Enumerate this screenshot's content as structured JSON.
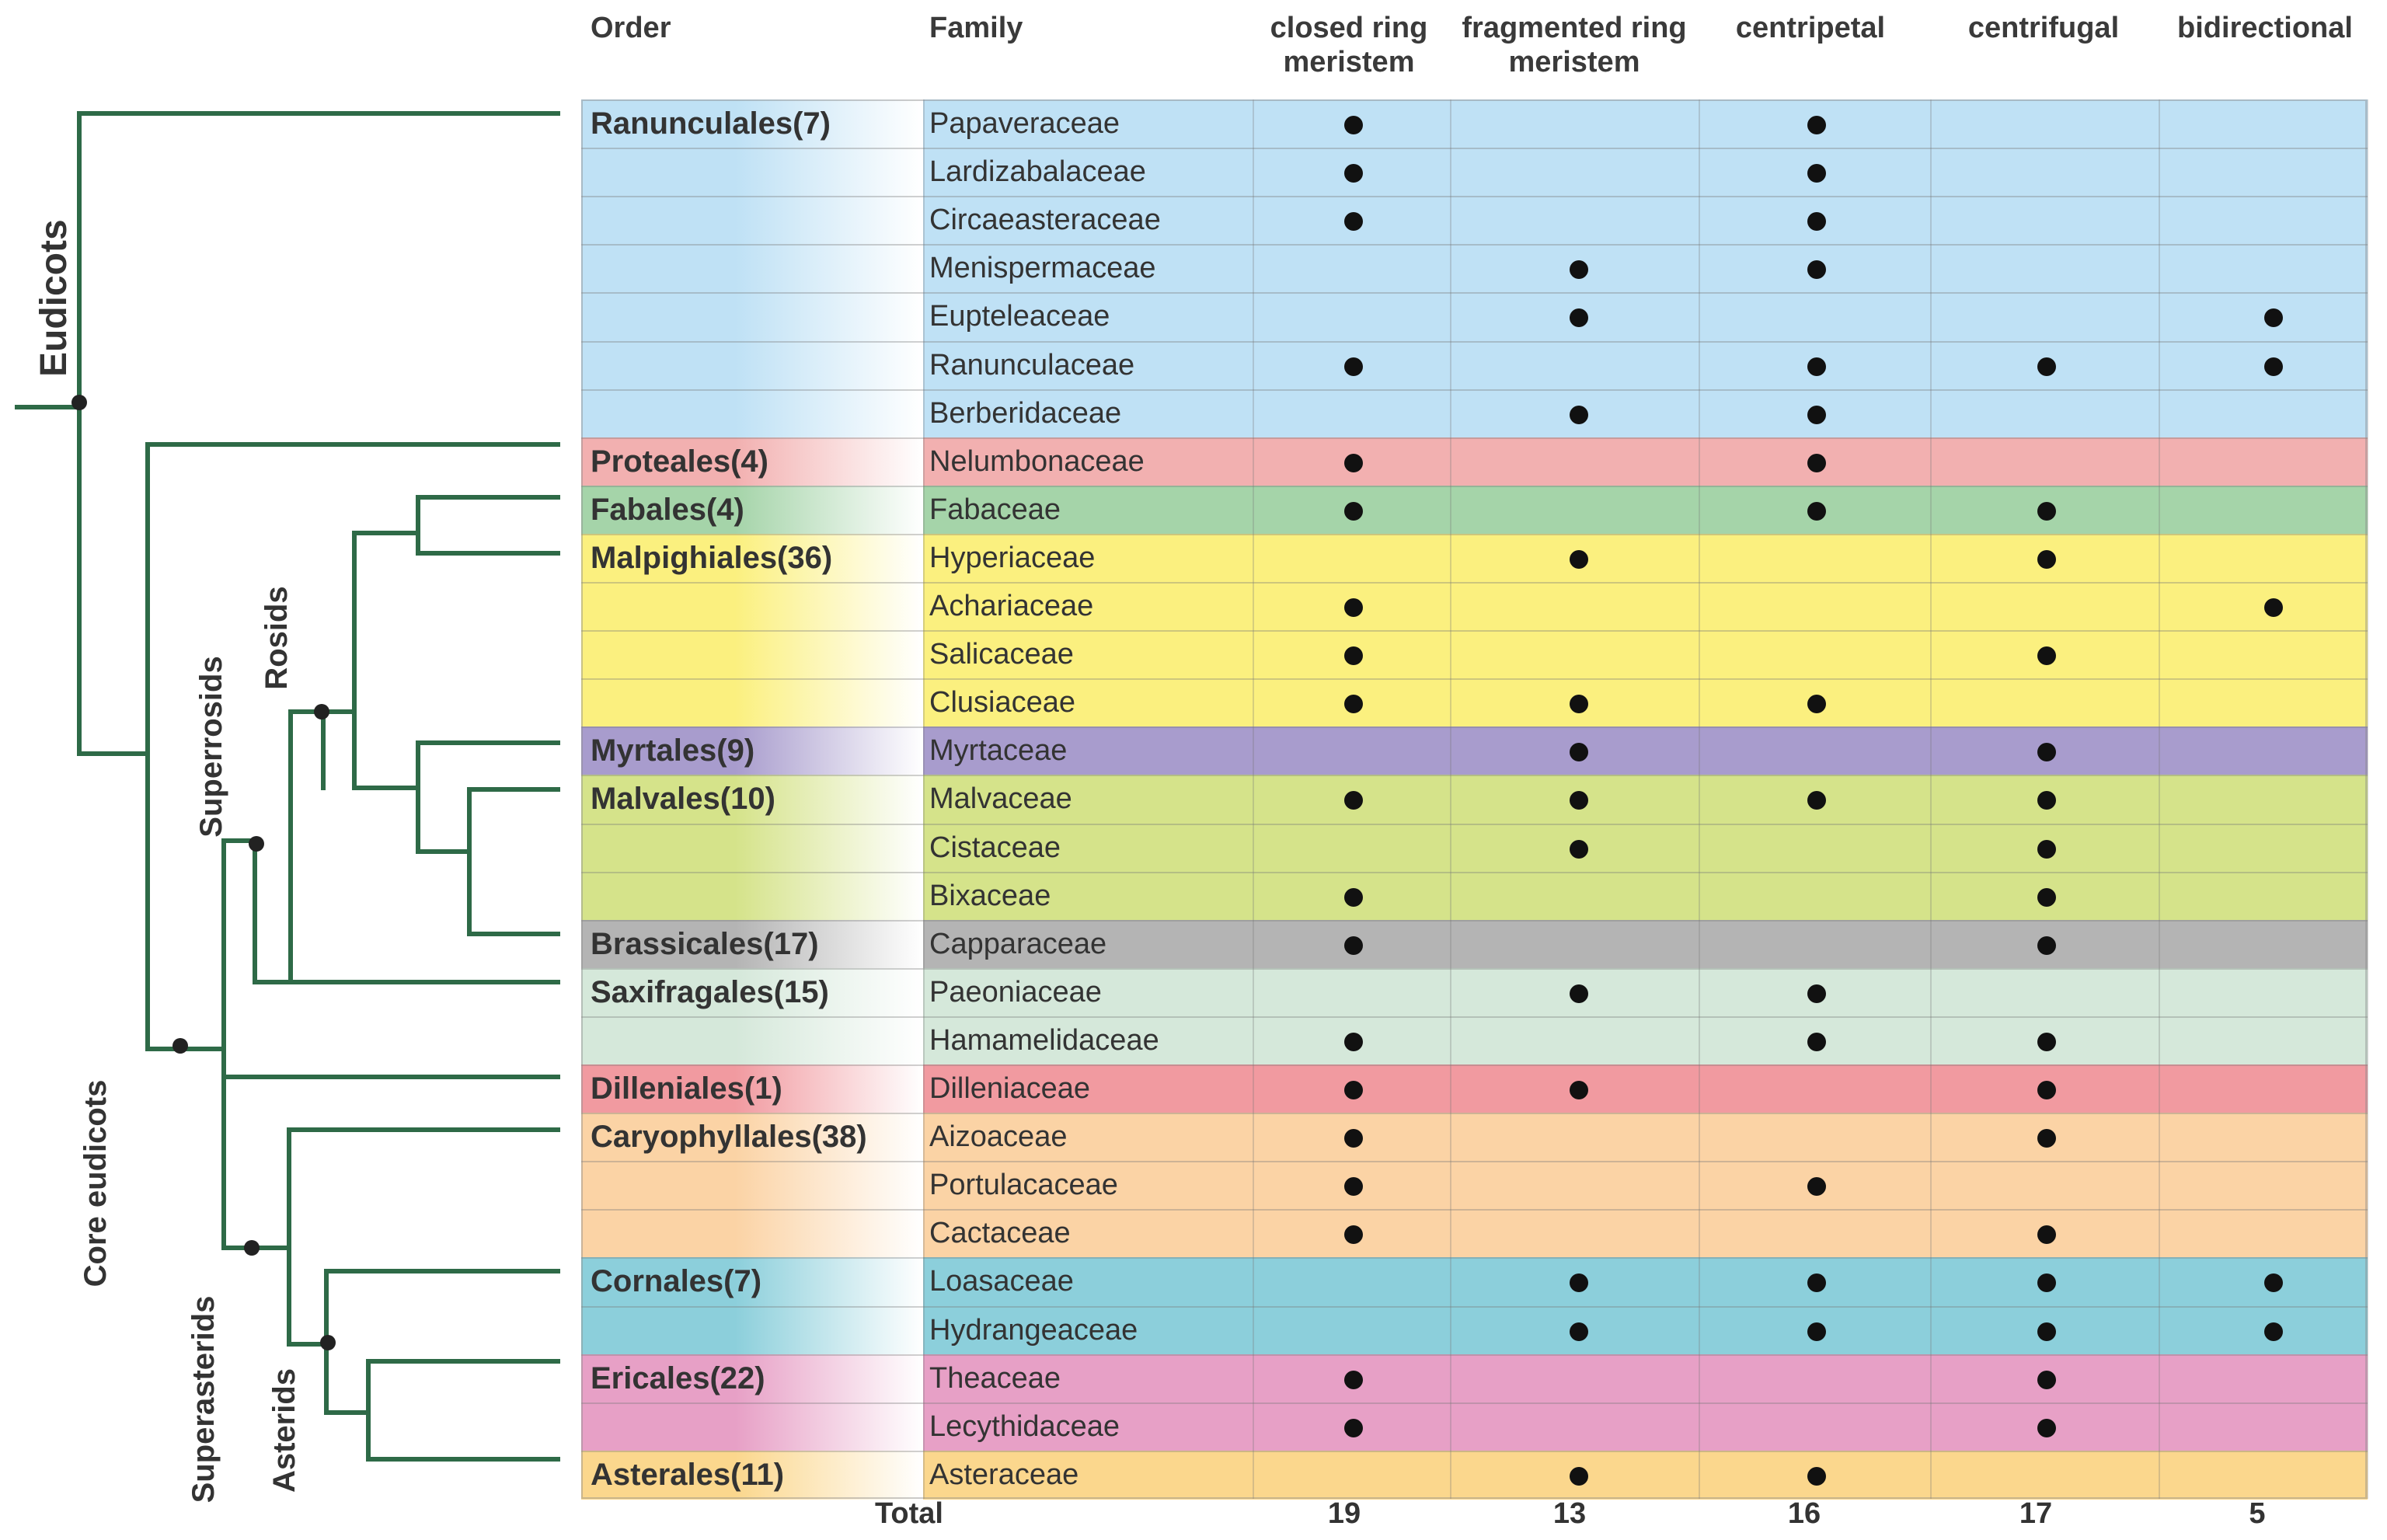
{
  "headers": {
    "order": "Order",
    "family": "Family",
    "columns": [
      {
        "line1": "closed ring",
        "line2": "meristem"
      },
      {
        "line1": "fragmented ring",
        "line2": "meristem"
      },
      {
        "line1": "centripetal",
        "line2": ""
      },
      {
        "line1": "centrifugal",
        "line2": ""
      },
      {
        "line1": "bidirectional",
        "line2": ""
      }
    ]
  },
  "clades": {
    "eudicots": "Eudicots",
    "core_eudicots": "Core eudicots",
    "superrosids": "Superrosids",
    "rosids": "Rosids",
    "superasterids": "Superasterids",
    "asterids": "Asterids"
  },
  "orders": [
    {
      "name": "Ranunculales(7)",
      "color": "#bfe1f5",
      "families": [
        {
          "name": "Papaveraceae",
          "marks": [
            1,
            0,
            1,
            0,
            0
          ]
        },
        {
          "name": "Lardizabalaceae",
          "marks": [
            1,
            0,
            1,
            0,
            0
          ]
        },
        {
          "name": "Circaeasteraceae",
          "marks": [
            1,
            0,
            1,
            0,
            0
          ]
        },
        {
          "name": "Menispermaceae",
          "marks": [
            0,
            1,
            1,
            0,
            0
          ]
        },
        {
          "name": "Eupteleaceae",
          "marks": [
            0,
            1,
            0,
            0,
            1
          ]
        },
        {
          "name": "Ranunculaceae",
          "marks": [
            1,
            0,
            1,
            1,
            1
          ]
        },
        {
          "name": "Berberidaceae",
          "marks": [
            0,
            1,
            1,
            0,
            0
          ]
        }
      ]
    },
    {
      "name": "Proteales(4)",
      "color": "#f2b0b0",
      "families": [
        {
          "name": "Nelumbonaceae",
          "marks": [
            1,
            0,
            1,
            0,
            0
          ]
        }
      ]
    },
    {
      "name": "Fabales(4)",
      "color": "#a5d4a9",
      "families": [
        {
          "name": "Fabaceae",
          "marks": [
            1,
            0,
            1,
            1,
            0
          ]
        }
      ]
    },
    {
      "name": "Malpighiales(36)",
      "color": "#fbf07f",
      "families": [
        {
          "name": "Hyperiaceae",
          "marks": [
            0,
            1,
            0,
            1,
            0
          ]
        },
        {
          "name": "Achariaceae",
          "marks": [
            1,
            0,
            0,
            0,
            1
          ]
        },
        {
          "name": "Salicaceae",
          "marks": [
            1,
            0,
            0,
            1,
            0
          ]
        },
        {
          "name": "Clusiaceae",
          "marks": [
            1,
            1,
            1,
            0,
            0
          ]
        }
      ]
    },
    {
      "name": "Myrtales(9)",
      "color": "#a89ccd",
      "families": [
        {
          "name": "Myrtaceae",
          "marks": [
            0,
            1,
            0,
            1,
            0
          ]
        }
      ]
    },
    {
      "name": "Malvales(10)",
      "color": "#d5e38a",
      "families": [
        {
          "name": "Malvaceae",
          "marks": [
            1,
            1,
            1,
            1,
            0
          ]
        },
        {
          "name": "Cistaceae",
          "marks": [
            0,
            1,
            0,
            1,
            0
          ]
        },
        {
          "name": "Bixaceae",
          "marks": [
            1,
            0,
            0,
            1,
            0
          ]
        }
      ]
    },
    {
      "name": "Brassicales(17)",
      "color": "#b4b4b4",
      "families": [
        {
          "name": "Capparaceae",
          "marks": [
            1,
            0,
            0,
            1,
            0
          ]
        }
      ]
    },
    {
      "name": "Saxifragales(15)",
      "color": "#d5e8da",
      "families": [
        {
          "name": "Paeoniaceae",
          "marks": [
            0,
            1,
            1,
            0,
            0
          ]
        },
        {
          "name": "Hamamelidaceae",
          "marks": [
            1,
            0,
            1,
            1,
            0
          ]
        }
      ]
    },
    {
      "name": "Dilleniales(1)",
      "color": "#f19aa0",
      "families": [
        {
          "name": "Dilleniaceae",
          "marks": [
            1,
            1,
            0,
            1,
            0
          ]
        }
      ]
    },
    {
      "name": "Caryophyllales(38)",
      "color": "#fbd3a5",
      "families": [
        {
          "name": "Aizoaceae",
          "marks": [
            1,
            0,
            0,
            1,
            0
          ]
        },
        {
          "name": "Portulacaceae",
          "marks": [
            1,
            0,
            1,
            0,
            0
          ]
        },
        {
          "name": "Cactaceae",
          "marks": [
            1,
            0,
            0,
            1,
            0
          ]
        }
      ]
    },
    {
      "name": "Cornales(7)",
      "color": "#8ccfdb",
      "families": [
        {
          "name": "Loasaceae",
          "marks": [
            0,
            1,
            1,
            1,
            1
          ]
        },
        {
          "name": "Hydrangeaceae",
          "marks": [
            0,
            1,
            1,
            1,
            1
          ]
        }
      ]
    },
    {
      "name": "Ericales(22)",
      "color": "#e7a0c6",
      "families": [
        {
          "name": "Theaceae",
          "marks": [
            1,
            0,
            0,
            1,
            0
          ]
        },
        {
          "name": "Lecythidaceae",
          "marks": [
            1,
            0,
            0,
            1,
            0
          ]
        }
      ]
    },
    {
      "name": "Asterales(11)",
      "color": "#fbd78d",
      "families": [
        {
          "name": "Asteraceae",
          "marks": [
            0,
            1,
            1,
            0,
            0
          ]
        }
      ]
    }
  ],
  "totals": {
    "label": "Total",
    "values": [
      "19",
      "13",
      "16",
      "17",
      "5"
    ]
  },
  "tree_color": "#2e6a47"
}
